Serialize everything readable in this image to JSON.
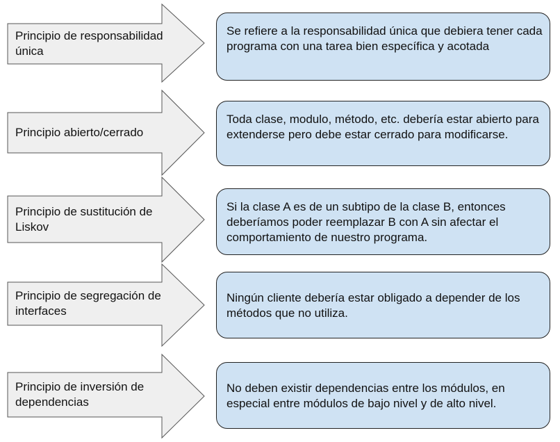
{
  "principles": [
    {
      "name": "Principio de responsabilidad única",
      "description": "Se refiere a la responsabilidad única que debiera tener cada programa con una tarea bien específica y acotada"
    },
    {
      "name": "Principio abierto/cerrado",
      "description": "Toda clase, modulo, método, etc. debería estar abierto para extenderse pero debe estar cerrado para modificarse."
    },
    {
      "name": "Principio de sustitución de Liskov",
      "description": "Si la clase A es de un subtipo de la clase B, entonces deberíamos poder reemplazar B con A sin afectar el comportamiento de nuestro programa."
    },
    {
      "name": "Principio de segregación de interfaces",
      "description": "Ningún cliente debería estar obligado a depender de los métodos que no utiliza."
    },
    {
      "name": "Principio de inversión de dependencias",
      "description": "No deben existir dependencias entre los módulos, en especial entre módulos de bajo nivel y de alto nivel."
    }
  ],
  "colors": {
    "arrow_fill": "#efefef",
    "arrow_stroke": "#555555",
    "box_fill": "#cfe2f3",
    "box_stroke": "#222222"
  }
}
